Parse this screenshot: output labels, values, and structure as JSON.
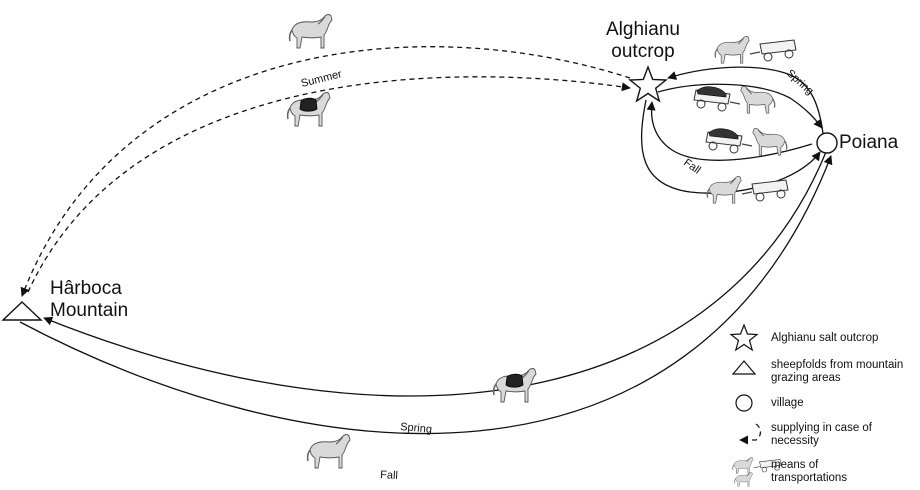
{
  "places": {
    "salt_outcrop": "Alghianu\noutcrop",
    "village": "Poiana",
    "mountain": "Hârboca\nMountain"
  },
  "routes": {
    "summer": "Summer",
    "spring_upper": "Spring",
    "fall_upper": "Fall",
    "spring_lower": "Spring",
    "fall_lower": "Fall"
  },
  "legend": {
    "star": "Alghianu salt outcrop",
    "triangle": "sheepfolds from mountain grazing areas",
    "circle": "village",
    "dashed": "supplying in case of necessity",
    "transport": "means of transportations"
  },
  "icons": [
    "horse-icon",
    "pack-horse-icon",
    "horse-cart-icon",
    "loaded-cart-icon",
    "star-icon",
    "triangle-icon",
    "circle-icon"
  ]
}
